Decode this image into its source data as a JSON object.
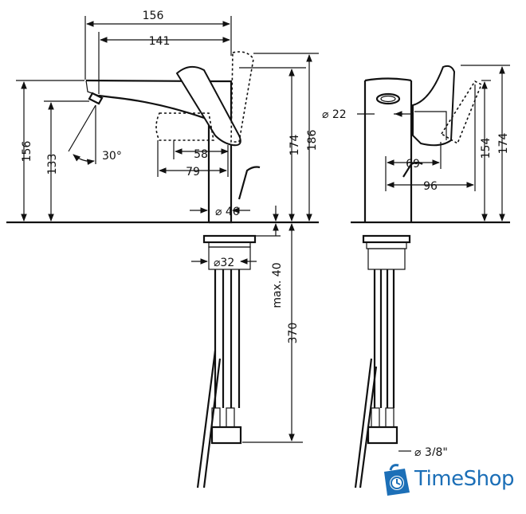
{
  "labels": {
    "d156_top": "156",
    "d141": "141",
    "d156_left": "156",
    "d133": "133",
    "d30deg": "30°",
    "d58": "58",
    "d79": "79",
    "d174_a": "174",
    "d186": "186",
    "d46": "⌀ 46",
    "d32": "⌀32",
    "dmax40": "max. 40",
    "d370": "370",
    "d22": "⌀ 22",
    "d69": "69",
    "d96": "96",
    "d154": "154",
    "d174_b": "174",
    "d_partial": "⌀ 3/8\""
  },
  "brand": {
    "name": "TimeShop",
    "color": "#1c6fb7"
  }
}
